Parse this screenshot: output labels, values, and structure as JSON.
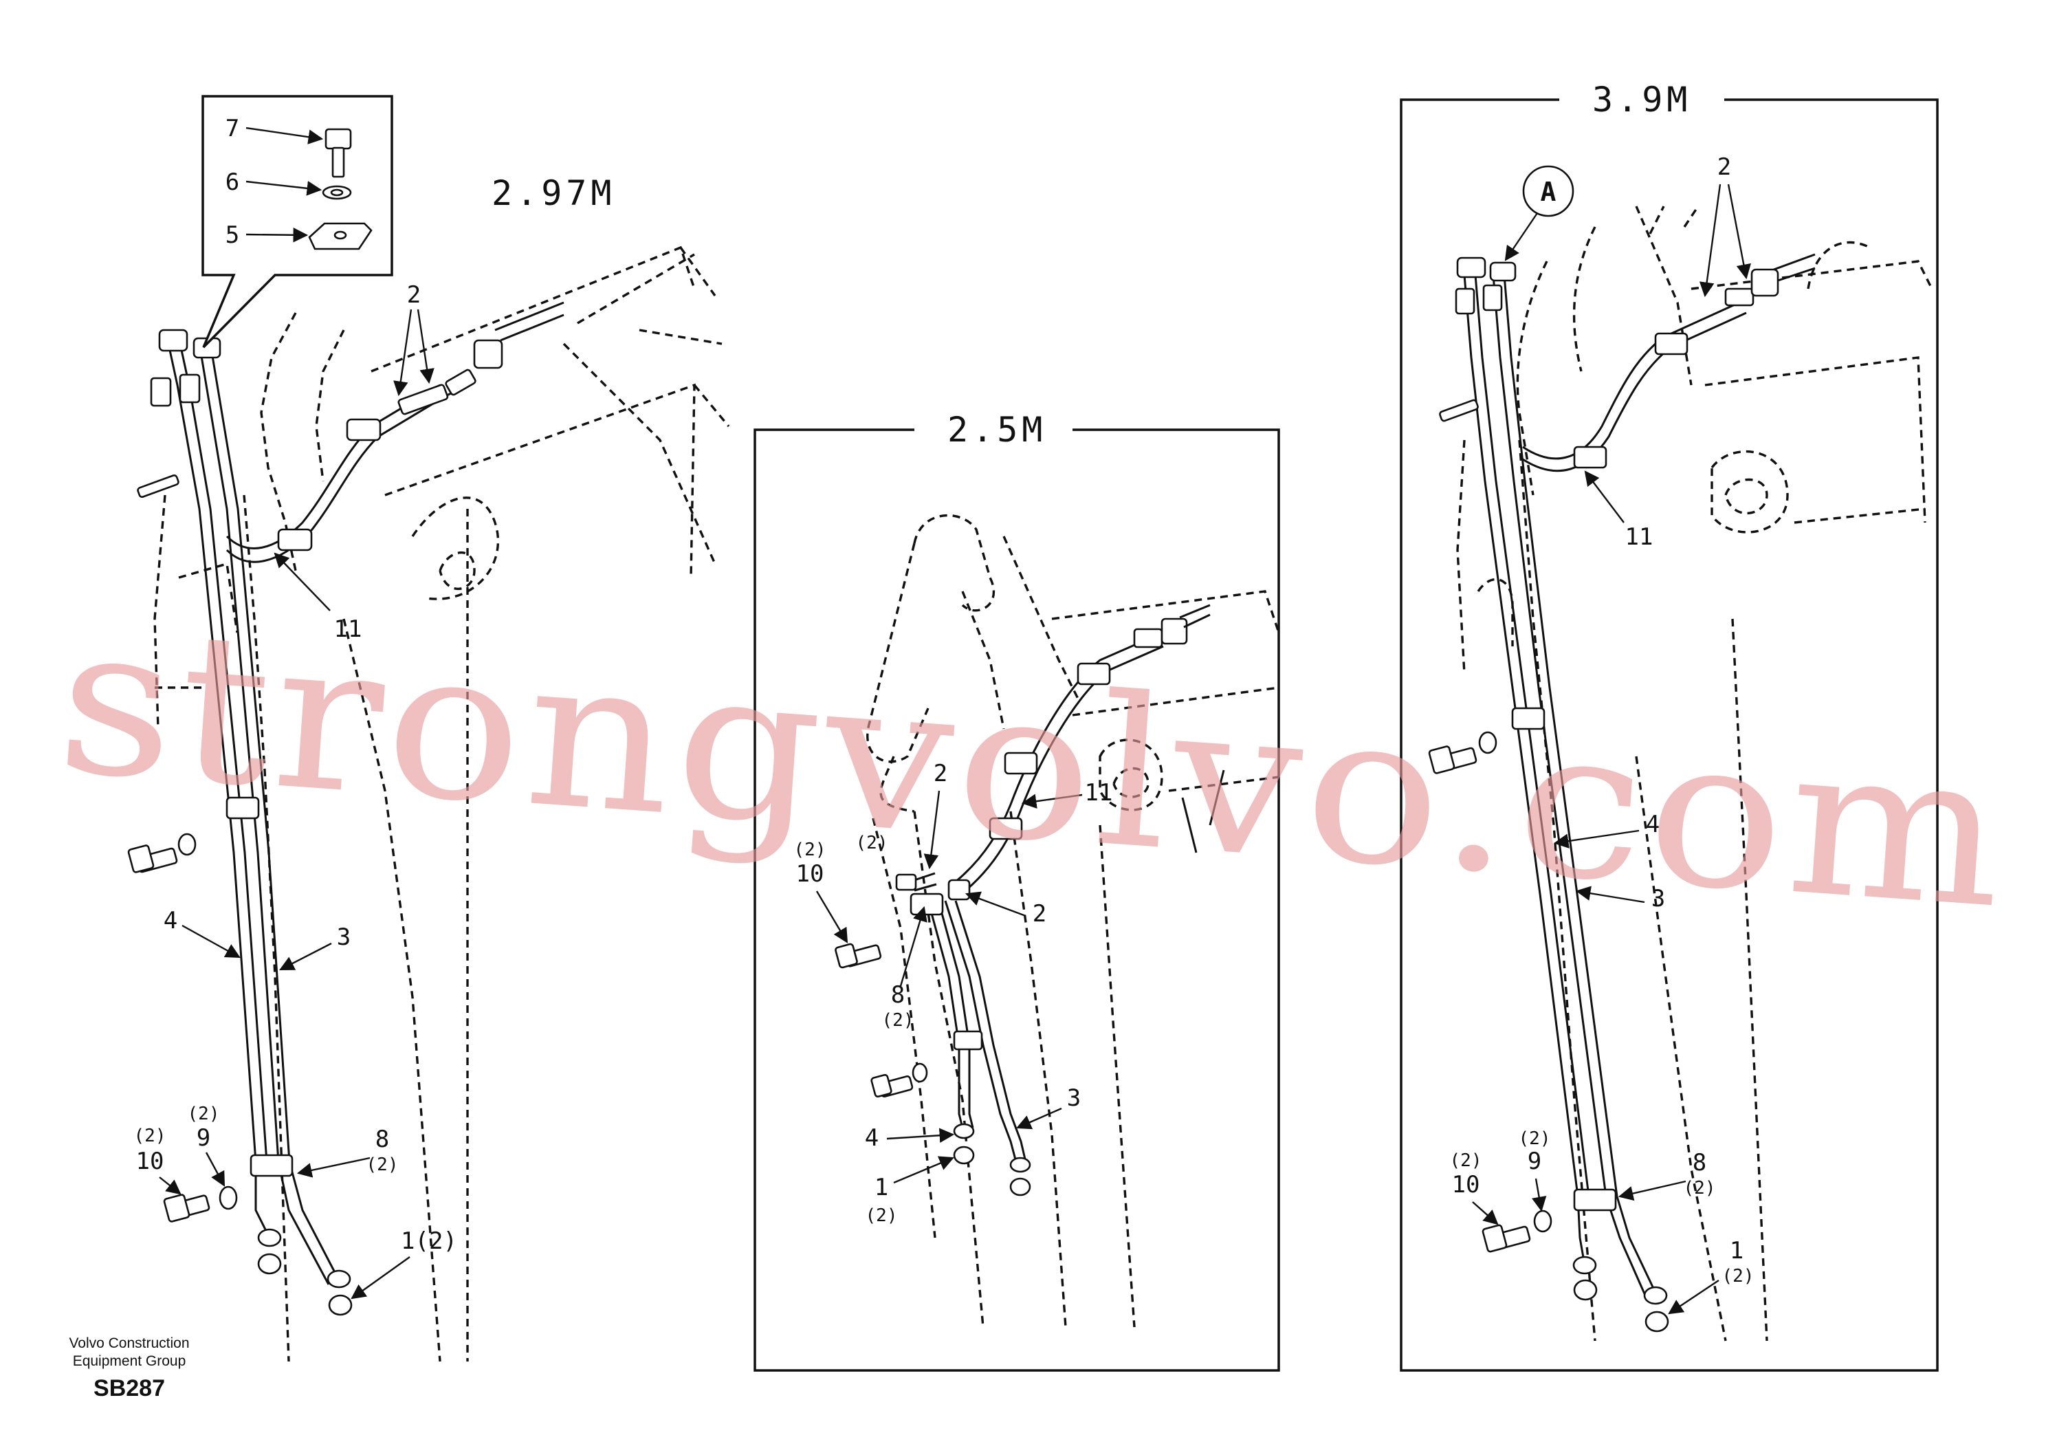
{
  "views": {
    "left": {
      "title": "2.97M"
    },
    "middle": {
      "title": "2.5M"
    },
    "right": {
      "title": "3.9M",
      "detail_marker": "A"
    }
  },
  "detail_box": {
    "callouts": [
      "7",
      "6",
      "5"
    ]
  },
  "callouts": {
    "left": {
      "c2": "2",
      "c11": "11",
      "c4": "4",
      "c3": "3",
      "c9": "9",
      "c9_qty": "(2)",
      "c10": "10",
      "c10_qty": "(2)",
      "c8": "8",
      "c8_qty": "(2)",
      "c1": "1(2)"
    },
    "middle": {
      "c2a": "2",
      "c11": "11",
      "c2b": "2",
      "c10": "10",
      "c10_qty": "(2)",
      "c9_qty": "(2)",
      "c8": "8",
      "c8_qty": "(2)",
      "c3": "3",
      "c4": "4",
      "c1": "1",
      "c1_qty": "(2)"
    },
    "right": {
      "c2": "2",
      "c11": "11",
      "c4": "4",
      "c3": "3",
      "c9": "9",
      "c9_qty": "(2)",
      "c10": "10",
      "c10_qty": "(2)",
      "c8": "8",
      "c8_qty": "(2)",
      "c1": "1",
      "c1_qty": "(2)"
    }
  },
  "watermark": "strongvolvo.com",
  "footer": {
    "company_line1": "Volvo Construction",
    "company_line2": "Equipment Group",
    "drawing_number": "SB287"
  },
  "colors": {
    "line": "#111111",
    "watermark": "#e79898",
    "background": "#ffffff"
  }
}
